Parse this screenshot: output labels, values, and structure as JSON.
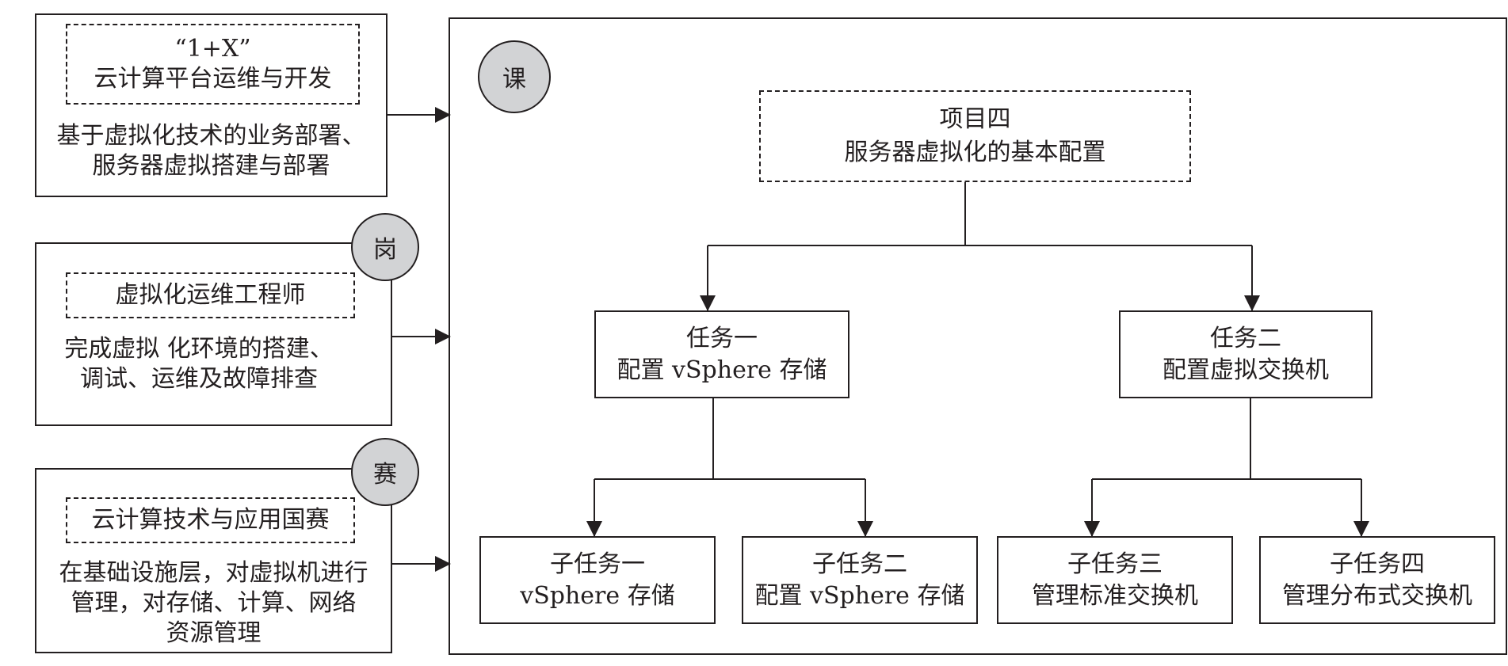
{
  "left_panels": [
    {
      "badge": "",
      "title_lines": [
        "“1+X”",
        "云计算平台运维与开发"
      ],
      "body_lines": [
        "基于虚拟化技术的业务部署、",
        "服务器虚拟搭建与部署"
      ]
    },
    {
      "badge": "岗",
      "title_lines": [
        "虚拟化运维工程师"
      ],
      "body_lines": [
        "完成虚拟 化环境的搭建、",
        "调试、运维及故障排查"
      ]
    },
    {
      "badge": "赛",
      "title_lines": [
        "云计算技术与应用国赛"
      ],
      "body_lines": [
        "在基础设施层，对虚拟机进行",
        "管理，对存储、计算、网络",
        "资源管理"
      ]
    }
  ],
  "course": {
    "badge": "课",
    "project": {
      "lines": [
        "项目四",
        "服务器虚拟化的基本配置"
      ]
    },
    "tasks": [
      {
        "lines": [
          "任务一",
          "配置 vSphere 存储"
        ]
      },
      {
        "lines": [
          "任务二",
          "配置虚拟交换机"
        ]
      }
    ],
    "subtasks": [
      {
        "lines": [
          "子任务一",
          "vSphere 存储"
        ]
      },
      {
        "lines": [
          "子任务二",
          "配置 vSphere 存储"
        ]
      },
      {
        "lines": [
          "子任务三",
          "管理标准交换机"
        ]
      },
      {
        "lines": [
          "子任务四",
          "管理分布式交换机"
        ]
      }
    ]
  },
  "colors": {
    "line": "#231f20",
    "badge_fill": "#d2d3d5"
  }
}
